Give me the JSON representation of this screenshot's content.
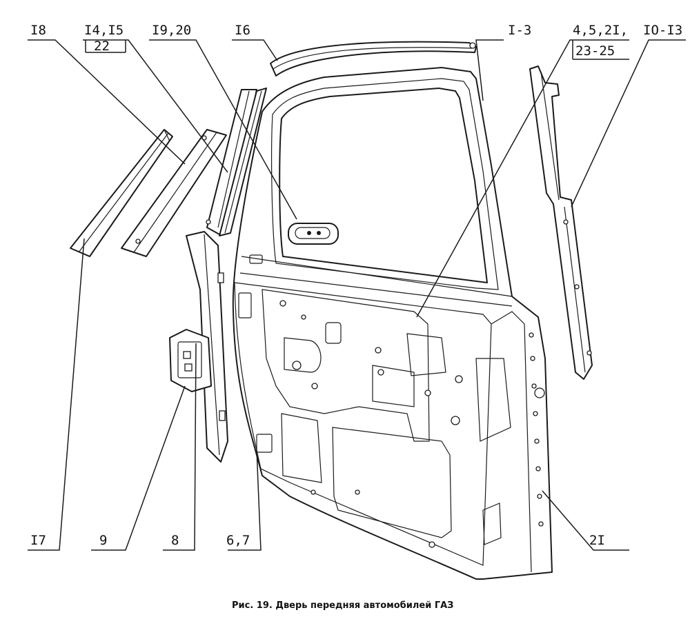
{
  "labels": {
    "l18": "I8",
    "l14": "I4,I5",
    "l22": "22",
    "l19": "I9,20",
    "l16": "I6",
    "l1": "I-3",
    "l4": "4,5,2I,",
    "l10": "IO-I3",
    "l23": "23-25",
    "l17": "I7",
    "l9": "9",
    "l8": "8",
    "l6": "6,7",
    "l21": "2I"
  },
  "caption": "Рис. 19. Дверь передняя автомобилей ГАЗ"
}
